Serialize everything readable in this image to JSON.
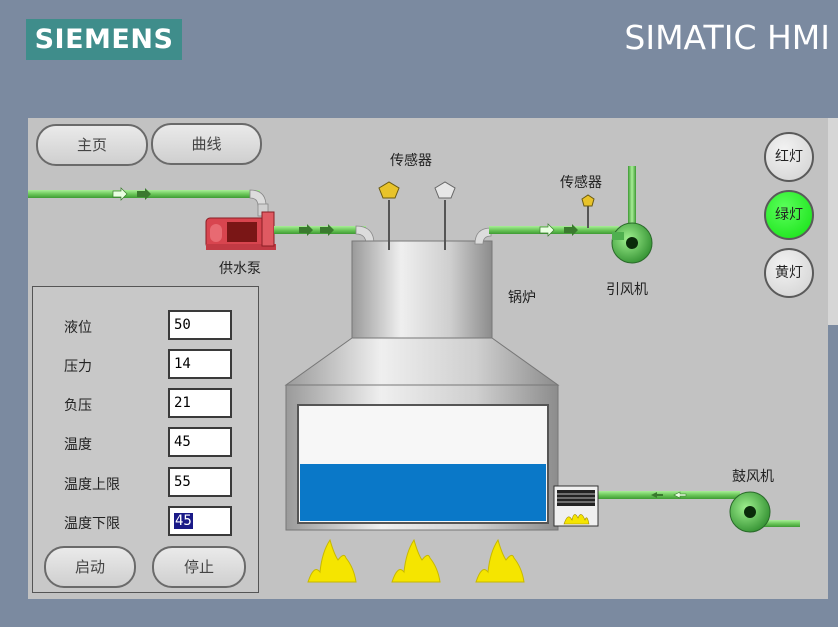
{
  "header": {
    "brand": "SIEMENS",
    "product": "SIMATIC HMI"
  },
  "nav": {
    "home": "主页",
    "curve": "曲线"
  },
  "lights": {
    "red": "红灯",
    "green": "绿灯",
    "yellow": "黄灯",
    "active_color": "#19e619"
  },
  "labels": {
    "sensor_top": "传感器",
    "sensor_right": "传感器",
    "pump": "供水泵",
    "boiler": "锅炉",
    "induced_fan": "引风机",
    "blower": "鼓风机"
  },
  "params": [
    {
      "label": "液位",
      "value": "50"
    },
    {
      "label": "压力",
      "value": "14"
    },
    {
      "label": "负压",
      "value": "21"
    },
    {
      "label": "温度",
      "value": "45"
    },
    {
      "label": "温度上限",
      "value": "55"
    },
    {
      "label": "温度下限",
      "value": "45"
    }
  ],
  "controls": {
    "start": "启动",
    "stop": "停止"
  },
  "tank": {
    "level_percent": 50
  },
  "colors": {
    "pipe": "#7fd36a",
    "water": "#0a78c8",
    "flame": "#f5e500",
    "pump": "#d83a3a"
  }
}
